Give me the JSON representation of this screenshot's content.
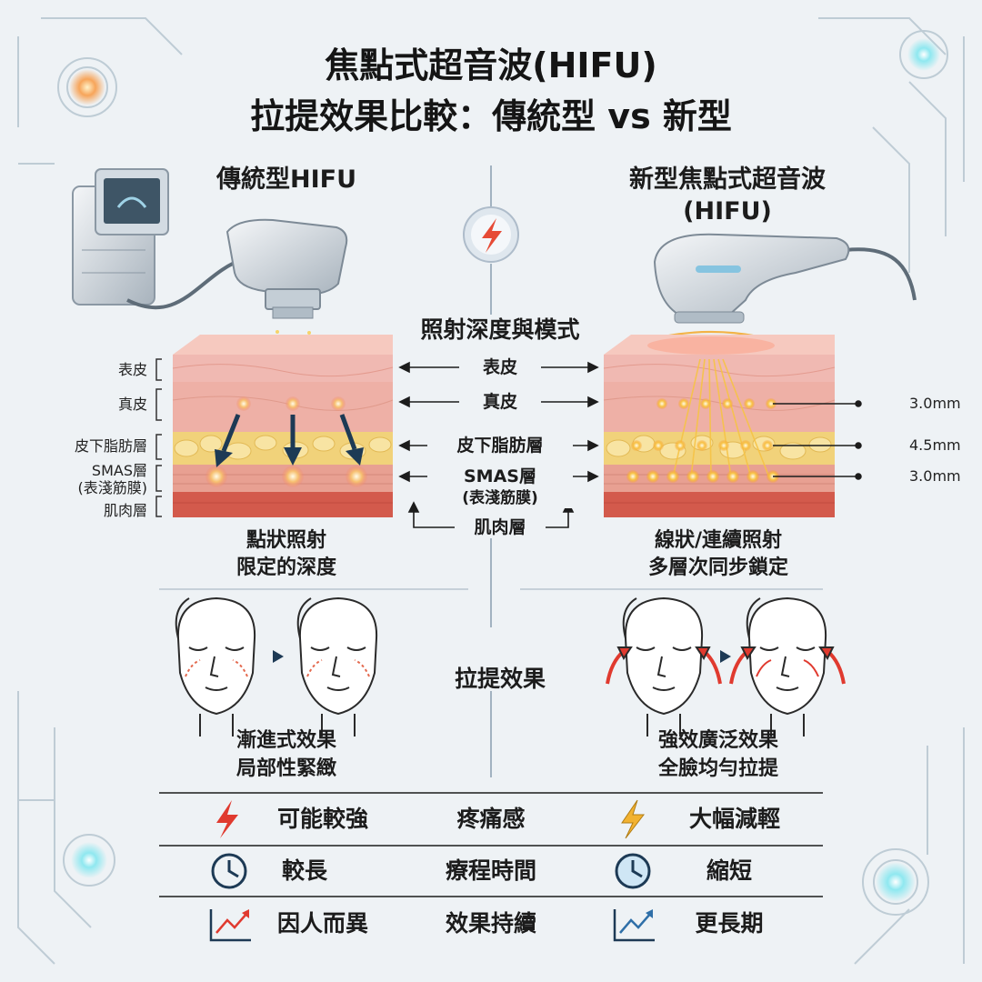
{
  "title": {
    "line1": "焦點式超音波(HIFU)",
    "line2": "拉提效果比較：傳統型 vs 新型"
  },
  "left": {
    "heading": "傳統型HIFU",
    "caption_line1": "點狀照射",
    "caption_line2": "限定的深度",
    "effect_line1": "漸進式效果",
    "effect_line2": "局部性緊緻"
  },
  "right": {
    "heading_line1": "新型焦點式超音波",
    "heading_line2": "(HIFU)",
    "caption_line1": "線狀/連續照射",
    "caption_line2": "多層次同步鎖定",
    "effect_line1": "強效廣泛效果",
    "effect_line2": "全臉均勻拉提"
  },
  "center": {
    "section_mode": "照射深度與模式",
    "section_lift": "拉提效果"
  },
  "layers": {
    "epidermis": "表皮",
    "dermis": "真皮",
    "fat": "皮下脂肪層",
    "smas_line1": "SMAS層",
    "smas_line2": "(表淺筋膜)",
    "muscle": "肌肉層"
  },
  "depths": [
    "3.0mm",
    "4.5mm",
    "3.0mm"
  ],
  "comparison": [
    {
      "left": "可能較強",
      "label": "疼痛感",
      "right": "大幅減輕",
      "icon": "lightning-bolt-icon"
    },
    {
      "left": "較長",
      "label": "療程時間",
      "right": "縮短",
      "icon": "clock-icon"
    },
    {
      "left": "因人而異",
      "label": "效果持續",
      "right": "更長期",
      "icon": "trend-up-icon"
    }
  ],
  "colors": {
    "epidermis": "#f0b9b2",
    "dermis": "#eeb0a6",
    "fat": "#f1d27a",
    "smas": "#e8a092",
    "muscle": "#d35a4c",
    "energy": "#f6c346",
    "arrow_red": "#e03a2f",
    "arrow_navy": "#1d3a55"
  }
}
